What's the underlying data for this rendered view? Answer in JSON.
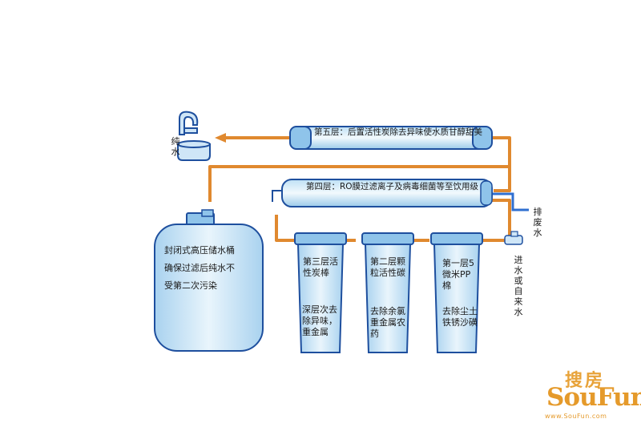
{
  "layers": {
    "layer5": "第五层：后置活性炭除去异味使水质甘醇甜美",
    "layer4": "第四层：RO膜过滤离子及病毒细菌等至饮用级",
    "layer3_title": "第三层活性炭棒",
    "layer3_desc": "深层次去除异味，重金属",
    "layer2_title": "第二层颗粒活性碳",
    "layer2_desc": "去除余氯重金属农药",
    "layer1_title": "第一层5微米PP棉",
    "layer1_desc": "去除尘土铁锈沙磺"
  },
  "labels": {
    "pure_water": "纯水",
    "waste_water": "排废水",
    "inlet_water": "进水或自来水"
  },
  "tank": {
    "line1": "封闭式高压储水桶",
    "line2": "确保过滤后纯水不",
    "line3": "受第二次污染"
  },
  "watermark": {
    "cn": "搜房",
    "en": "SouFun",
    "url": "www.SouFun.com"
  },
  "colors": {
    "pipe": "#e0892f",
    "blue": "#2f6fd0",
    "light_blue": "#cfe6f7",
    "dark_blue": "#1e4f9e"
  }
}
